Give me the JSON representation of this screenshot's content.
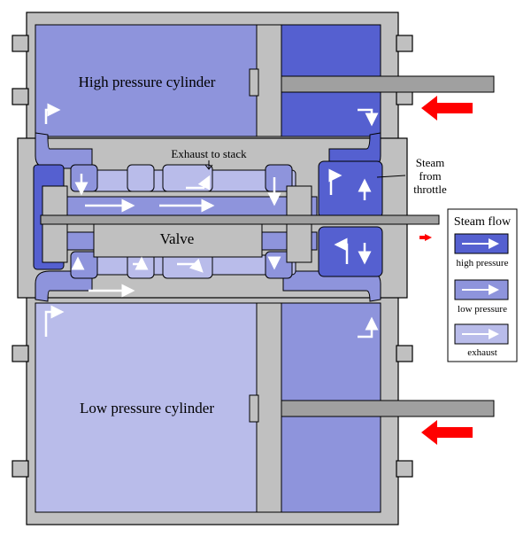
{
  "labels": {
    "hp_cylinder": "High pressure cylinder",
    "lp_cylinder": "Low pressure cylinder",
    "exhaust": "Exhaust to stack",
    "steam_line1": "Steam",
    "steam_line2": "from",
    "steam_line3": "throttle",
    "valve": "Valve"
  },
  "legend": {
    "title": "Steam flow",
    "items": [
      {
        "label": "high pressure",
        "color": "#5560d0"
      },
      {
        "label": "low pressure",
        "color": "#8e94dc"
      },
      {
        "label": "exhaust",
        "color": "#b9bcea"
      }
    ]
  },
  "colors": {
    "body": "#c0c0c0",
    "outline": "#000000",
    "high_pressure": "#5560d0",
    "low_pressure": "#8e94dc",
    "exhaust": "#b9bcea",
    "flow_arrow": "#ffffff",
    "motion_arrow": "#ff0000",
    "rod": "#a0a0a0"
  }
}
